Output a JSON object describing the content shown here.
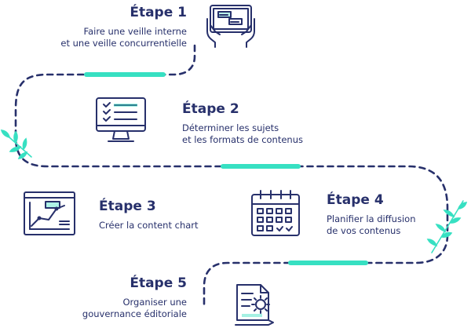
{
  "colors": {
    "navy": "#27306b",
    "accent": "#37e0c2",
    "leaf": "#37e0c2",
    "background": "#ffffff"
  },
  "steps": [
    {
      "title": "Étape 1",
      "line1": "Faire une veille interne",
      "line2": "et une veille concurrentielle",
      "icon": "tablet-hands-icon"
    },
    {
      "title": "Étape 2",
      "line1": "Déterminer les sujets",
      "line2": "et les formats de contenus",
      "icon": "checklist-monitor-icon"
    },
    {
      "title": "Étape 3",
      "line1": "Créer la content chart",
      "line2": "",
      "icon": "content-chart-icon"
    },
    {
      "title": "Étape 4",
      "line1": "Planifier la diffusion",
      "line2": "de vos contenus",
      "icon": "calendar-icon"
    },
    {
      "title": "Étape 5",
      "line1": "Organiser une",
      "line2": "gouvernance éditoriale",
      "icon": "document-gear-icon"
    }
  ]
}
